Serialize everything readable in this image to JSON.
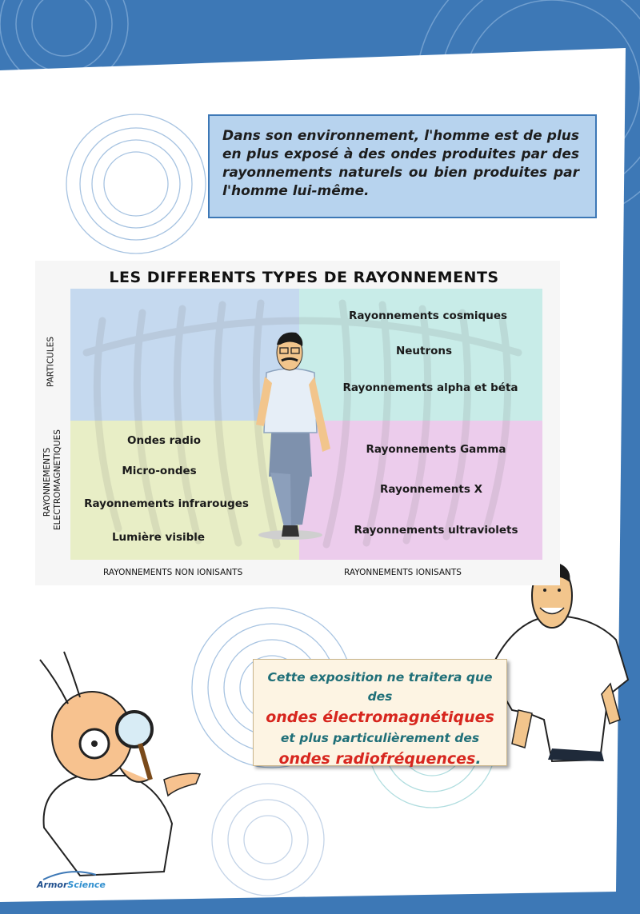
{
  "intro_text": "Dans son environnement, l'homme est de plus en plus exposé à des ondes produites par des rayonnements naturels ou bien produites par l'homme lui-même.",
  "chart": {
    "title": "LES DIFFERENTS TYPES DE RAYONNEMENTS",
    "y_labels": {
      "top": "PARTICULES",
      "bottom_line1": "RAYONNEMENTS",
      "bottom_line2": "ELECTROMAGNETIQUES"
    },
    "x_labels": {
      "left": "RAYONNEMENTS NON IONISANTS",
      "right": "RAYONNEMENTS IONISANTS"
    },
    "quadrants": {
      "top_right": {
        "color": "#c8ece8",
        "items": [
          "Rayonnements cosmiques",
          "Neutrons",
          "Rayonnements alpha et béta"
        ]
      },
      "top_left": {
        "color": "#c5d9ef",
        "items": []
      },
      "bottom_left": {
        "color": "#e8eec6",
        "items": [
          "Ondes radio",
          "Micro-ondes",
          "Rayonnements infrarouges",
          "Lumière visible"
        ]
      },
      "bottom_right": {
        "color": "#ecccec",
        "items": [
          "Rayonnements Gamma",
          "Rayonnements X",
          "Rayonnements ultraviolets"
        ]
      }
    }
  },
  "bubble": {
    "line1": "Cette exposition ne traitera que des",
    "line2": "ondes électromagnétiques",
    "line3": "et plus particulièrement des",
    "line4": "ondes radiofréquences",
    "line4_suffix": "."
  },
  "logo": {
    "text_part1": "Armor",
    "text_part2": "Science"
  },
  "colors": {
    "background": "#3d78b6",
    "page": "#ffffff",
    "accent_red": "#d7261e",
    "accent_teal": "#1f6f78"
  }
}
